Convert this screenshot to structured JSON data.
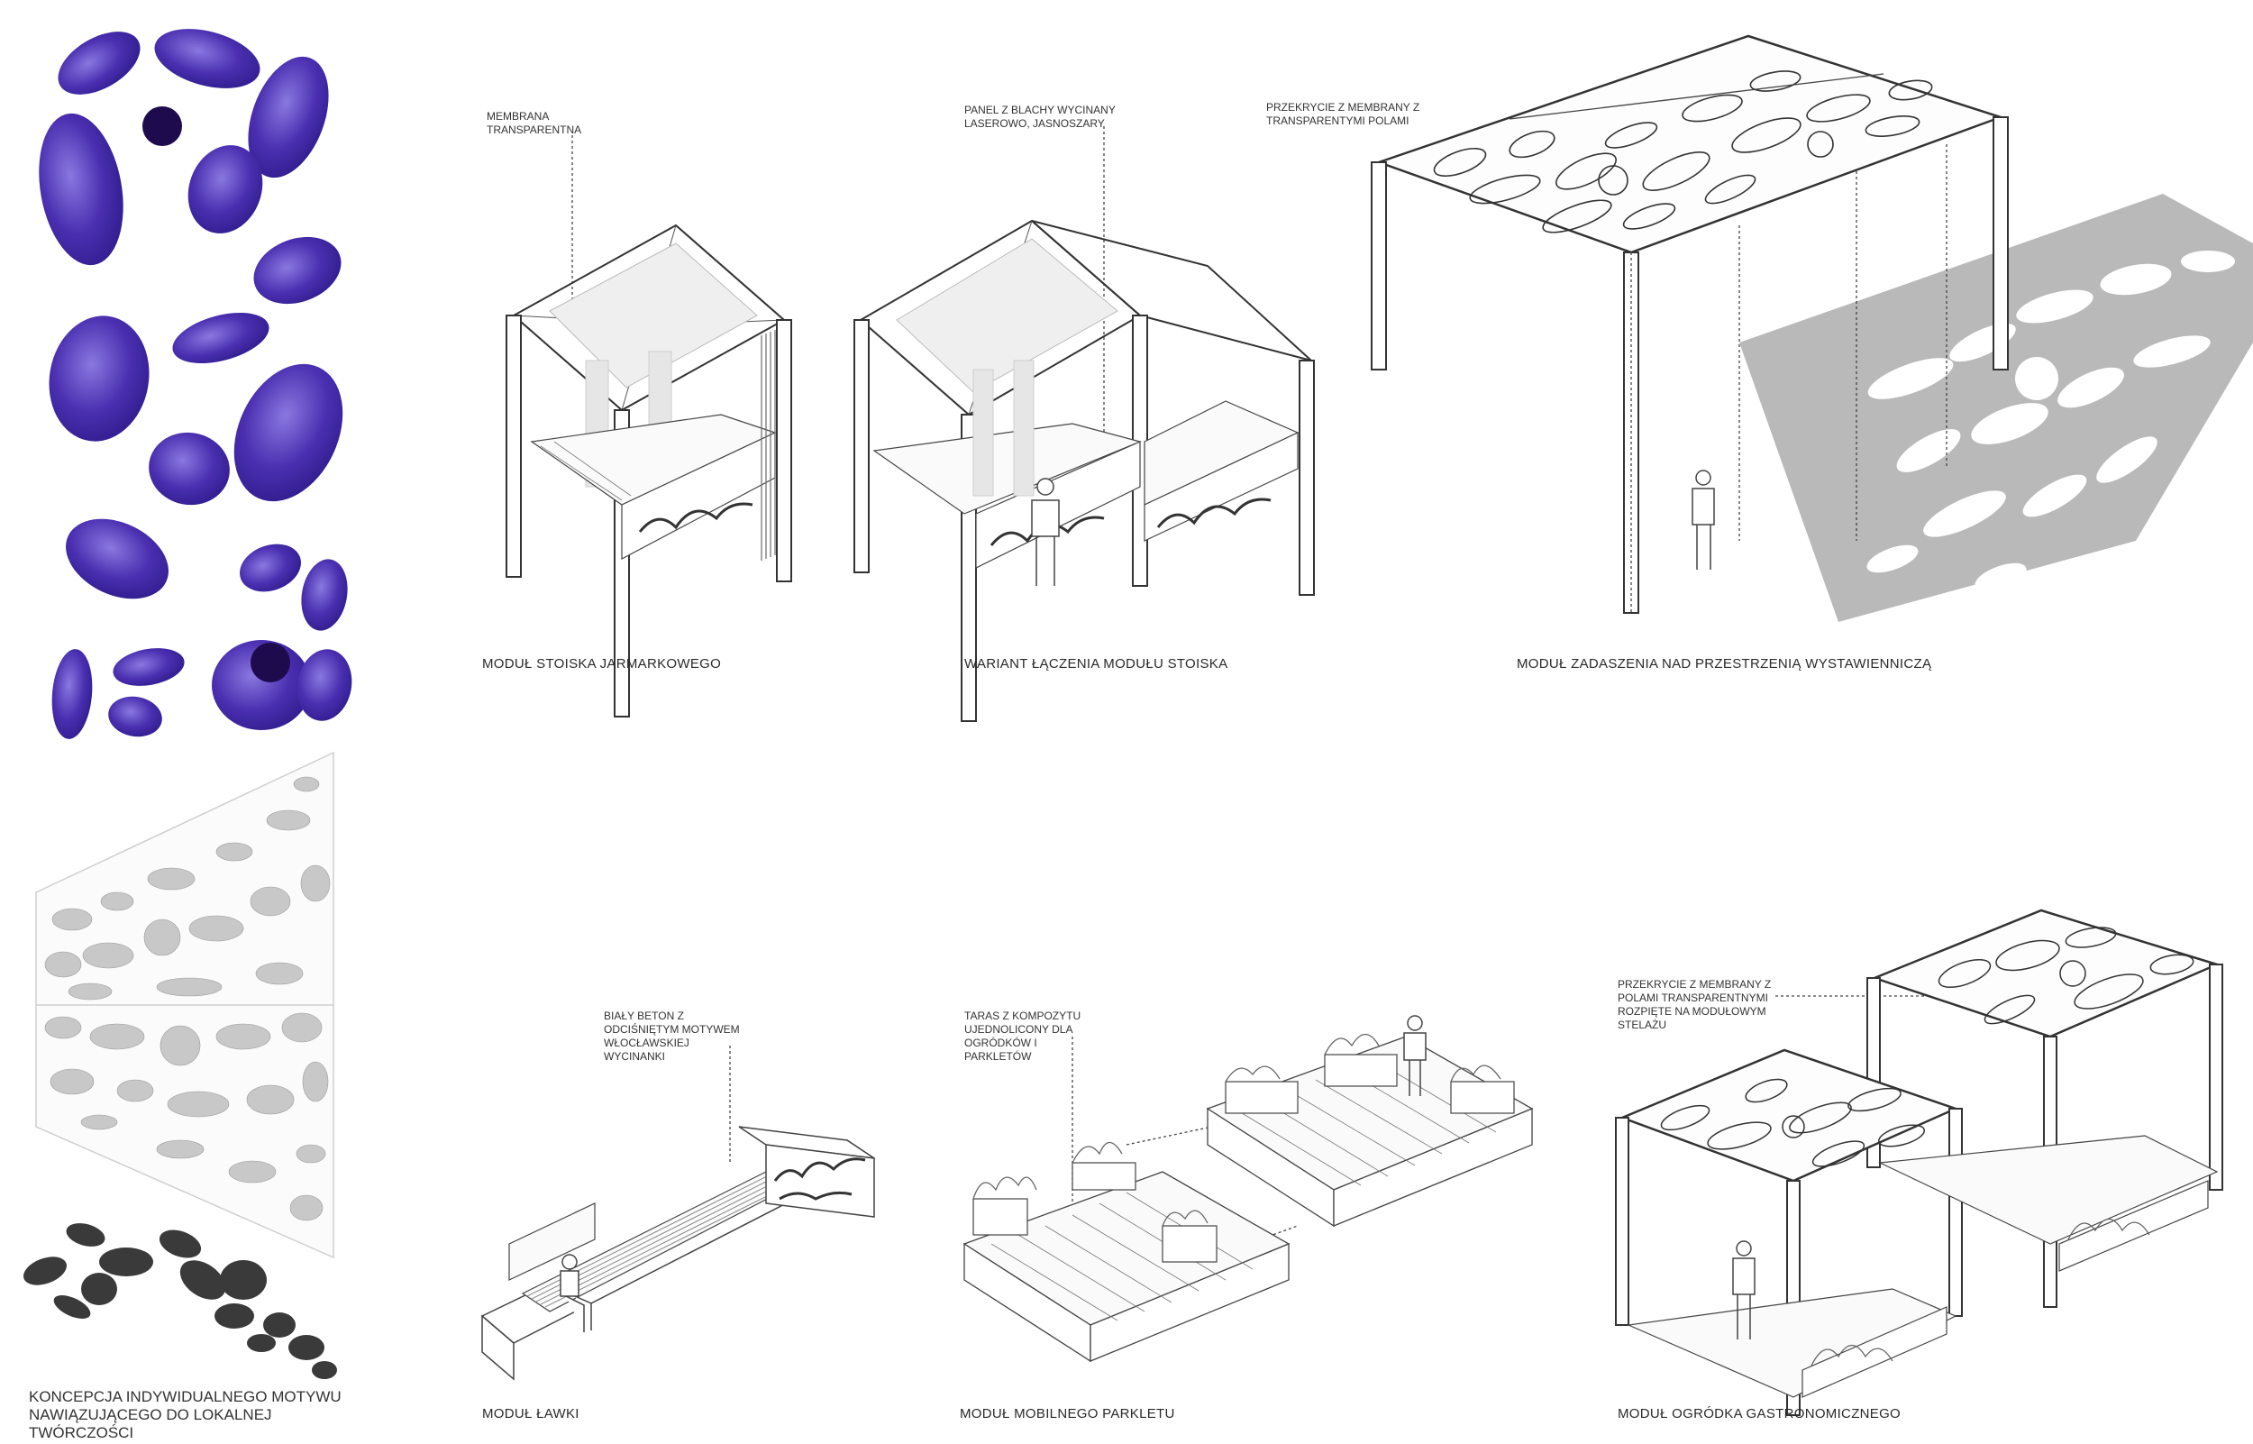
{
  "left_column": {
    "concept_caption": "KONCEPCJA INDYWIDUALNEGO  MOTYWU\nNAWIĄZUJĄCEGO DO LOKALNEJ TWÓRCZOŚCI"
  },
  "top_row": {
    "stall": {
      "note": "MEMBRANA\nTRANSPARENTNA",
      "caption": "MODUŁ STOISKA JARMARKOWEGO"
    },
    "stall_variant": {
      "note": "PANEL Z BLACHY WYCINANY\nLASEROWO, JASNOSZARY",
      "caption": "WARIANT ŁĄCZENIA MODUŁU STOISKA"
    },
    "canopy": {
      "note": "PRZEKRYCIE Z MEMBRANY Z\nTRANSPARENTYMI POLAMI",
      "caption": "MODUŁ ZADASZENIA NAD PRZESTRZENIĄ WYSTAWIENNICZĄ"
    }
  },
  "bottom_row": {
    "bench": {
      "note": "BIAŁY BETON Z\nODCIŚNIĘTYM MOTYWEM\nWŁOCŁAWSKIEJ\nWYCINANKI",
      "caption": "MODUŁ ŁAWKI"
    },
    "parklet": {
      "note": "TARAS Z KOMPOZYTU\nUJEDNOLICONY DLA\nOGRÓDKÓW I\nPARKLETÓW",
      "caption": "MODUŁ MOBILNEGO PARKLETU"
    },
    "garden": {
      "note": "PRZEKRYCIE Z MEMBRANY  Z\nPOLAMI TRANSPARENTNYMI\nROZPIĘTE NA MODUŁOWYM\nSTELAŻU",
      "caption": "MODUŁ OGRÓDKA GASTRONOMICZNEGO"
    }
  },
  "colors": {
    "motif_blue": "#4a2fb0",
    "motif_dark": "#2b1060",
    "pattern_grey": "#c8c8c8",
    "shadow_grey": "#b9b9b9",
    "line": "#333333"
  }
}
